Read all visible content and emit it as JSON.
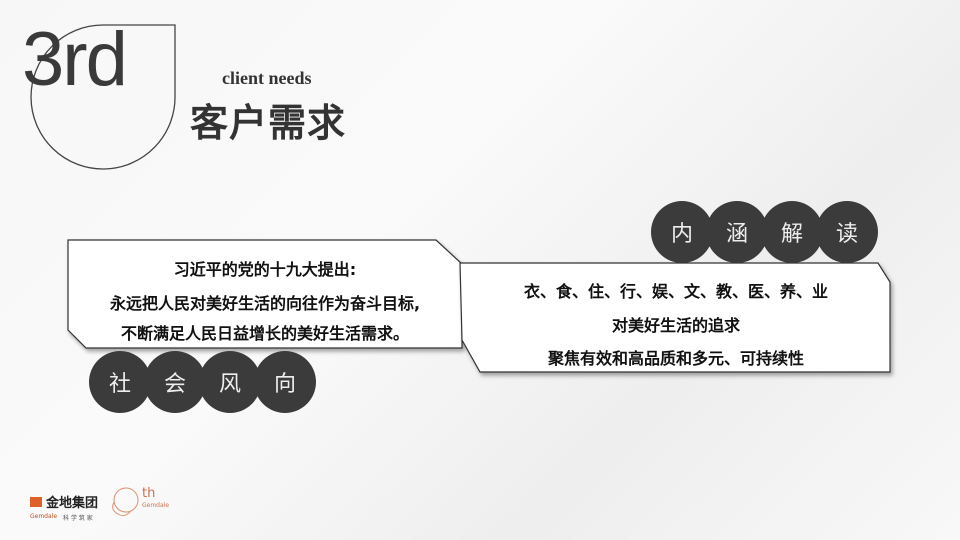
{
  "header": {
    "number": "3rd",
    "subtitle_en": "client needs",
    "title": "客户需求"
  },
  "left_box": {
    "heading": "习近平的党的十九大提出:",
    "line1": "永远把人民对美好生活的向往作为奋斗目标,",
    "line2": "不断满足人民日益增长的美好生活需求。"
  },
  "right_box": {
    "line1": "衣、食、住、行、娱、文、教、医、养、业",
    "line2": "对美好生活的追求",
    "line3": "聚焦有效和高品质和多元、可持续性"
  },
  "left_circles": [
    "社",
    "会",
    "风",
    "向"
  ],
  "right_circles": [
    "内",
    "涵",
    "解",
    "读"
  ],
  "footer": {
    "logo_brand": "金地集团",
    "logo_en": "Gemdale",
    "logo_tagline": "科 学 筑 家",
    "anniversary": "th",
    "anniversary_brand": "Gemdale"
  },
  "colors": {
    "circle": "#3b3b3b",
    "box_border": "#333333",
    "accent_logo": "#e0602a"
  }
}
